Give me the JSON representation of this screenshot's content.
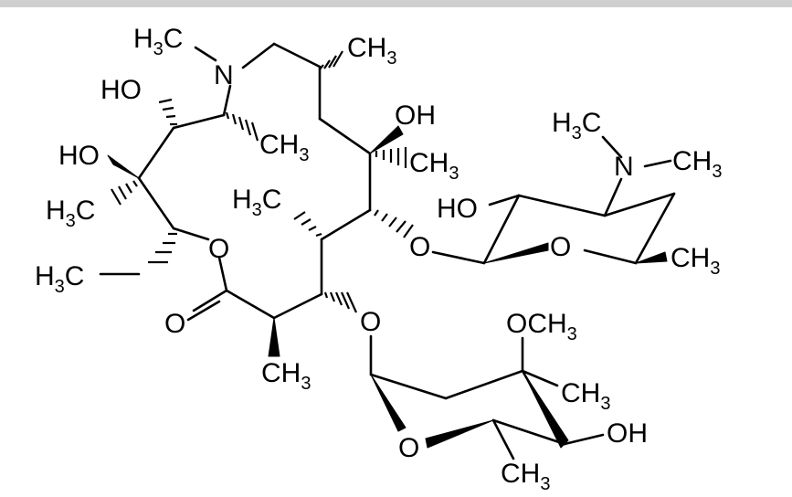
{
  "palette": {
    "background": "#ffffff",
    "ink": "#000000",
    "top_strip": "#cfcfcf"
  },
  "labels": {
    "h3c_n_methyl": {
      "a": "H",
      "sub": "3",
      "b": "C"
    },
    "n_ring": "N",
    "ch3_top": {
      "a": "CH",
      "sub": "3"
    },
    "ho_upper": "HO",
    "ho_left": "HO",
    "ch3_n_adjacent": {
      "a": "CH",
      "sub": "3"
    },
    "oh_right": "OH",
    "ch3_right": {
      "a": "CH",
      "sub": "3"
    },
    "h3c_left": {
      "a": "H",
      "sub": "3",
      "b": "C"
    },
    "h3c_inner": {
      "a": "H",
      "sub": "3",
      "b": "C"
    },
    "o_ring_ester": "O",
    "h3c_ethyl": {
      "a": "H",
      "sub": "3",
      "b": "C"
    },
    "o_carbonyl": "O",
    "ch3_bottom": {
      "a": "CH",
      "sub": "3"
    },
    "o_link_lower": "O",
    "o_link_upper": "O",
    "h3c_dimethylamino": {
      "a": "H",
      "sub": "3",
      "b": "C"
    },
    "n_dimethylamino": "N",
    "ch3_dimethylamino": {
      "a": "CH",
      "sub": "3"
    },
    "ho_sugar": "HO",
    "o_sugar_ring_upper": "O",
    "ch3_sugar_upper": {
      "a": "CH",
      "sub": "3"
    },
    "och3": {
      "a": "OCH",
      "sub": "3"
    },
    "ch3_sugar_lower_right": {
      "a": "CH",
      "sub": "3"
    },
    "oh_sugar_lower": "OH",
    "o_sugar_ring_lower": "O",
    "ch3_sugar_lower_bottom": {
      "a": "CH",
      "sub": "3"
    }
  }
}
